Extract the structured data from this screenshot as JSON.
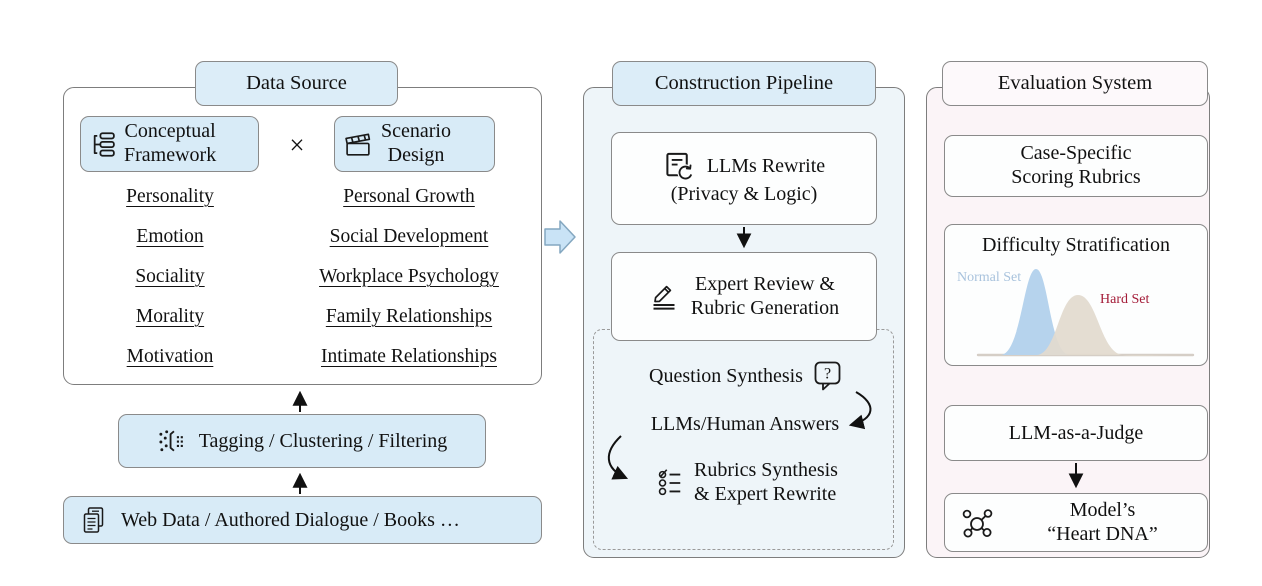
{
  "figure": {
    "data_source": {
      "title": "Data Source",
      "conceptual_framework": [
        "Conceptual",
        "Framework"
      ],
      "operator": "×",
      "scenario_design": [
        "Scenario",
        "Design"
      ],
      "frameworks": [
        "Personality",
        "Emotion",
        "Sociality",
        "Morality",
        "Motivation"
      ],
      "scenarios": [
        "Personal Growth",
        "Social Development",
        "Workplace Psychology",
        "Family Relationships",
        "Intimate Relationships"
      ],
      "tagging_label": "Tagging / Clustering / Filtering",
      "web_data_label": "Web Data / Authored Dialogue / Books …"
    },
    "construction_pipeline": {
      "title": "Construction Pipeline",
      "llms_rewrite": [
        "LLMs Rewrite",
        "(Privacy & Logic)"
      ],
      "expert_review": [
        "Expert Review &",
        "Rubric Generation"
      ],
      "question_synthesis": "Question Synthesis",
      "question_mark": "?",
      "llms_human_answers": "LLMs/Human Answers",
      "rubrics_synthesis": [
        "Rubrics Synthesis",
        "& Expert Rewrite"
      ]
    },
    "evaluation_system": {
      "title": "Evaluation System",
      "case_specific": [
        "Case-Specific",
        "Scoring Rubrics"
      ],
      "difficulty": {
        "title": "Difficulty Stratification",
        "normal_set_label": "Normal Set",
        "hard_set_label": "Hard Set"
      },
      "llm_judge": "LLM-as-a-Judge",
      "heart_dna": [
        "Model’s",
        "“Heart DNA”"
      ]
    },
    "icons": {
      "conceptual_framework": "list-tree-icon",
      "scenario_design": "clapperboard-icon",
      "tagging": "cluster-filter-icon",
      "web_data": "documents-icon",
      "llms_rewrite": "document-refresh-icon",
      "expert_review": "pencil-icon",
      "question_synthesis": "question-bubble-icon",
      "rubrics_synthesis": "checklist-icon",
      "heart_dna": "molecule-icon",
      "flow": "block-arrow-right-icon"
    },
    "colors": {
      "box_blue": "#d8ebf7",
      "title_blue": "#dcedf8",
      "panel_blue": "#eef5f9",
      "panel_pink": "#fbf4f7",
      "title_pink": "#fdf9fb",
      "border_gray": "#7d7d7d",
      "normal_set_label": "#a9c3dd",
      "hard_set_label": "#a41c38",
      "normal_curve": "#b6d3ed",
      "hard_curve": "#e2dacf",
      "block_arrow_fill": "#c9e3f6"
    }
  }
}
